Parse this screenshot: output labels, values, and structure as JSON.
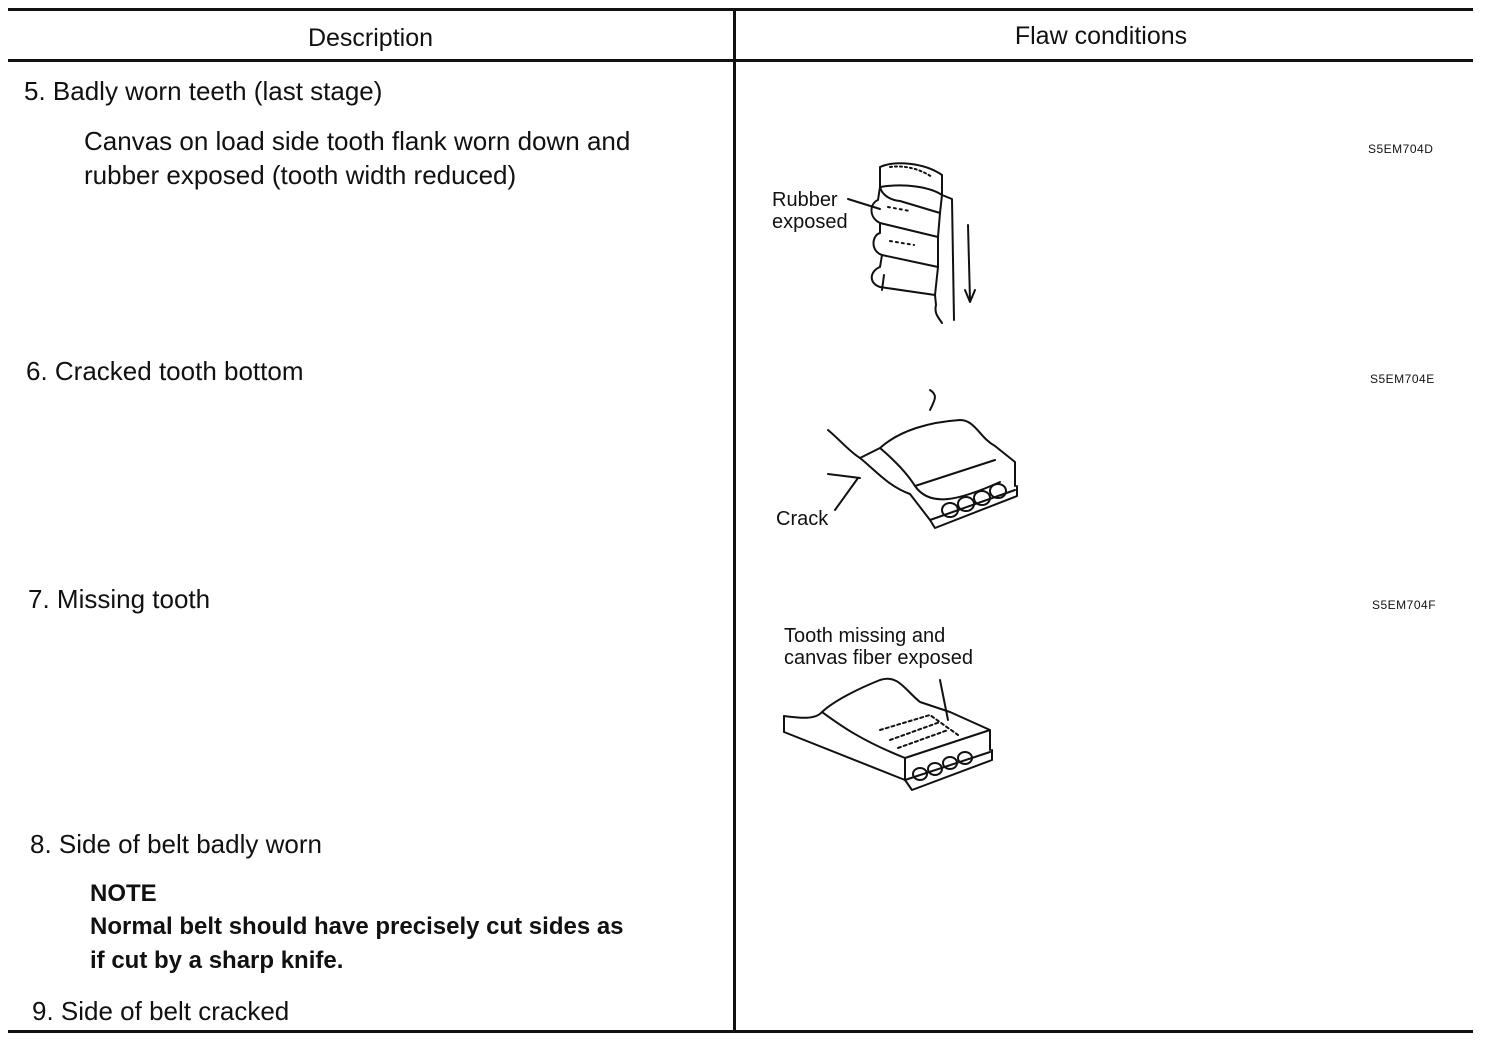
{
  "table": {
    "headers": {
      "description": "Description",
      "flaw_conditions": "Flaw conditions"
    },
    "items": [
      {
        "number_title": "5. Badly worn teeth (last stage)",
        "detail_line1": "Canvas on load side tooth flank worn down and",
        "detail_line2": "rubber exposed (tooth width reduced)"
      },
      {
        "number_title": "6. Cracked tooth bottom"
      },
      {
        "number_title": "7. Missing tooth"
      },
      {
        "number_title": "8. Side of belt badly worn",
        "note_title": "NOTE",
        "note_line1": "Normal belt should have precisely cut sides as",
        "note_line2": "if cut by a sharp knife."
      },
      {
        "number_title": "9. Side of belt cracked"
      }
    ],
    "figures": [
      {
        "code": "S5EM704D",
        "label_line1": "Rubber",
        "label_line2": "exposed"
      },
      {
        "code": "S5EM704E",
        "label_line1": "Crack"
      },
      {
        "code": "S5EM704F",
        "label_line1": "Tooth missing and",
        "label_line2": "canvas fiber exposed"
      }
    ]
  }
}
